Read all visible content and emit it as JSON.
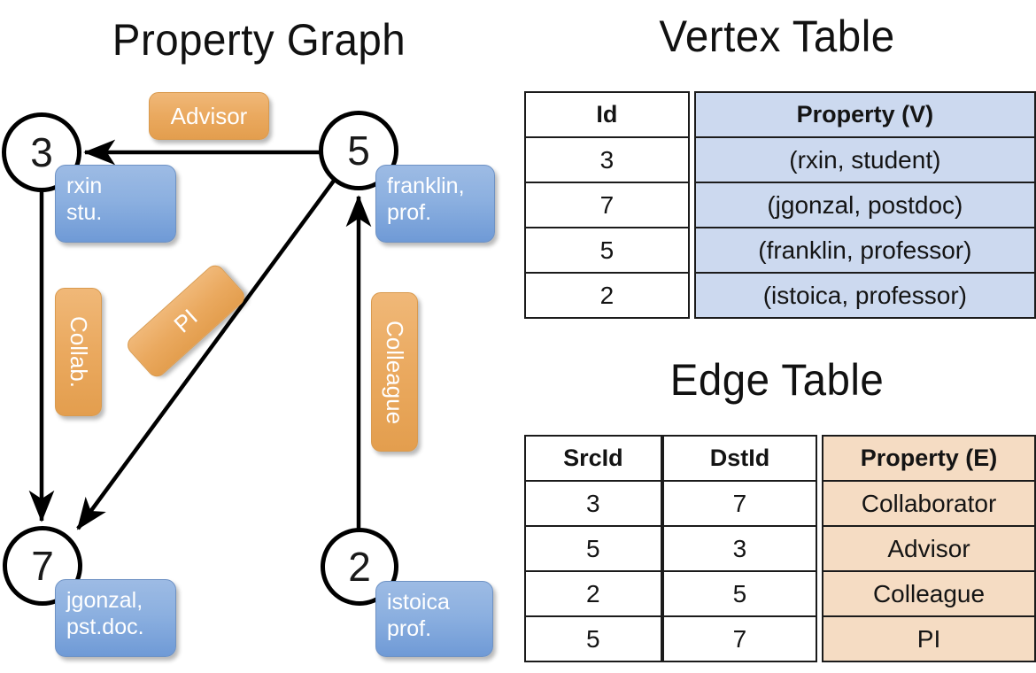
{
  "titles": {
    "property_graph": "Property Graph",
    "vertex_table": "Vertex Table",
    "edge_table": "Edge Table"
  },
  "graph": {
    "vertices": [
      {
        "id": "3",
        "property_line1": "rxin",
        "property_line2": "stu."
      },
      {
        "id": "5",
        "property_line1": "franklin,",
        "property_line2": "prof."
      },
      {
        "id": "7",
        "property_line1": "jgonzal,",
        "property_line2": "pst.doc."
      },
      {
        "id": "2",
        "property_line1": "istoica",
        "property_line2": "prof."
      }
    ],
    "edge_labels": [
      {
        "text": "Advisor"
      },
      {
        "text": "Collab."
      },
      {
        "text": "PI"
      },
      {
        "text": "Colleague"
      }
    ]
  },
  "vertex_table": {
    "headers": [
      "Id",
      "Property (V)"
    ],
    "rows": [
      {
        "id": "3",
        "property": "(rxin, student)"
      },
      {
        "id": "7",
        "property": "(jgonzal, postdoc)"
      },
      {
        "id": "5",
        "property": "(franklin, professor)"
      },
      {
        "id": "2",
        "property": "(istoica, professor)"
      }
    ]
  },
  "edge_table": {
    "headers": [
      "SrcId",
      "DstId",
      "Property (E)"
    ],
    "rows": [
      {
        "src": "3",
        "dst": "7",
        "property": "Collaborator"
      },
      {
        "src": "5",
        "dst": "3",
        "property": "Advisor"
      },
      {
        "src": "2",
        "dst": "5",
        "property": "Colleague"
      },
      {
        "src": "5",
        "dst": "7",
        "property": "PI"
      }
    ]
  },
  "colors": {
    "vertex_property_fill": "#8cb0e0",
    "edge_property_fill": "#eaa95f",
    "vertex_table_highlight": "#ccd9ef",
    "edge_table_highlight": "#f5dcc3",
    "stroke": "#000000",
    "background": "#ffffff"
  }
}
